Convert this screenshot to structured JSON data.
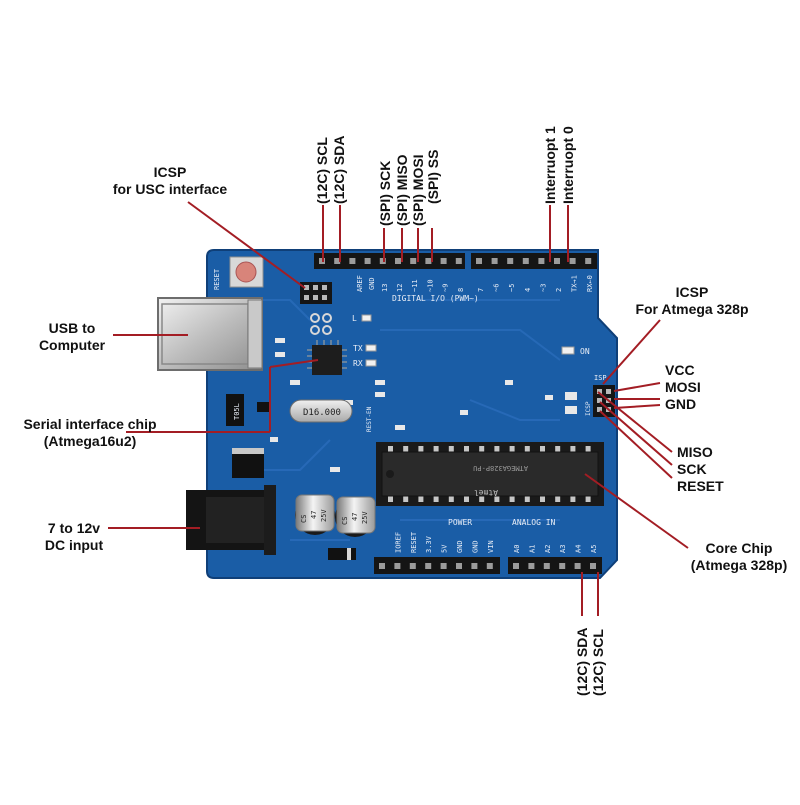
{
  "colors": {
    "board": "#1a5da6",
    "board_dark": "#0f3f78",
    "leader_line": "#a31d24",
    "header": "#151515",
    "silk": "#e9eef7"
  },
  "top_labels": {
    "scl": "(12C) SCL",
    "sda": "(12C) SDA",
    "spi_sck": "(SPI) SCK",
    "spi_miso": "(SPI) MISO",
    "spi_mosi": "(SPI) MOSI",
    "spi_ss": "(SPI) SS",
    "int1": "Interruopt 1",
    "int0": "Interruopt 0"
  },
  "bottom_labels": {
    "sda": "(12C) SDA",
    "scl": "(12C) SCL"
  },
  "left_labels": {
    "icsp_usb_line1": "ICSP",
    "icsp_usb_line2": "for USC interface",
    "usb_line1": "USB to",
    "usb_line2": "Computer",
    "serial_line1": "Serial interface chip",
    "serial_line2": "(Atmega16u2)",
    "dc_line1": "7 to 12v",
    "dc_line2": "DC input"
  },
  "right_labels": {
    "icsp_mcu_line1": "ICSP",
    "icsp_mcu_line2": "For Atmega 328p",
    "vcc": "VCC",
    "mosi": "MOSI",
    "gnd": "GND",
    "miso": "MISO",
    "sck": "SCK",
    "reset": "RESET",
    "core_line1": "Core Chip",
    "core_line2": "(Atmega 328p)"
  },
  "board_text": {
    "reset": "RESET",
    "aref": "AREF",
    "gnd": "GND",
    "digital_pins": [
      "13",
      "12",
      "~11",
      "~10",
      "~9",
      "8",
      "7",
      "~6",
      "~5",
      "4",
      "~3",
      "2",
      "TX→1",
      "RX←0"
    ],
    "digital_io": "DIGITAL I/O (PWM~)",
    "l": "L",
    "tx": "TX",
    "rx": "RX",
    "on": "ON",
    "isp": "ISP",
    "icsp": "ICSP",
    "crystal": "D16.000",
    "reset_en": "REST-EN",
    "regulator": "T05L",
    "chip_marking": "ATMEGA328P-PU",
    "chip_brand": "Atmel",
    "cap1_line1": "CS",
    "cap1_line2": "47",
    "cap1_line3": "25V",
    "cap2_line1": "CS",
    "cap2_line2": "47",
    "cap2_line3": "25V",
    "power": "POWER",
    "analog_in": "ANALOG IN",
    "power_pins": [
      "IOREF",
      "RESET",
      "3.3V",
      "5V",
      "GND",
      "GND",
      "VIN"
    ],
    "analog_pins": [
      "A0",
      "A1",
      "A2",
      "A3",
      "A4",
      "A5"
    ]
  }
}
